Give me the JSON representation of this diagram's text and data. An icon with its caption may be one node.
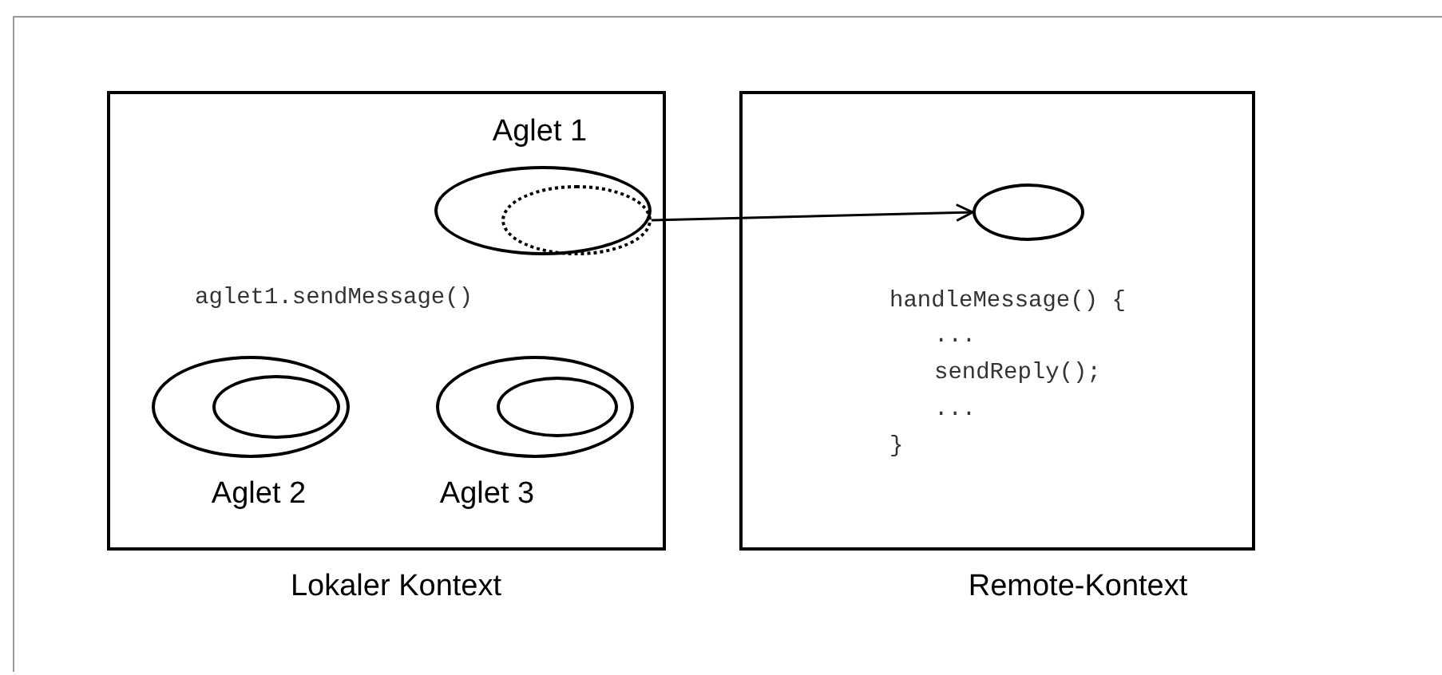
{
  "diagram": {
    "nodes": [
      {
        "text": [
          "aglet1.sendMessage()",
          "Lokaler Kontext"
        ]
      },
      {
        "text": [
          "Aglet 1"
        ],
        "in": 0
      },
      {
        "text": [],
        "shape": "ellipse",
        "in": 1
      },
      {
        "text": [
          "Aglet 2"
        ],
        "in": 0
      },
      {
        "text": [],
        "shape": "ellipse",
        "in": 3
      },
      {
        "text": [
          "Aglet 3"
        ],
        "in": 0
      },
      {
        "text": [],
        "shape": "ellipse",
        "in": 5
      },
      {
        "text": [
          "handleMessage() {",
          "...",
          "sendReply();",
          "...",
          "}",
          "Remote-Kontext"
        ]
      },
      {
        "text": [],
        "shape": "ellipse",
        "in": 7
      }
    ],
    "edges": [
      {
        "from": 2,
        "to": 8,
        "arrow": "to"
      }
    ]
  }
}
